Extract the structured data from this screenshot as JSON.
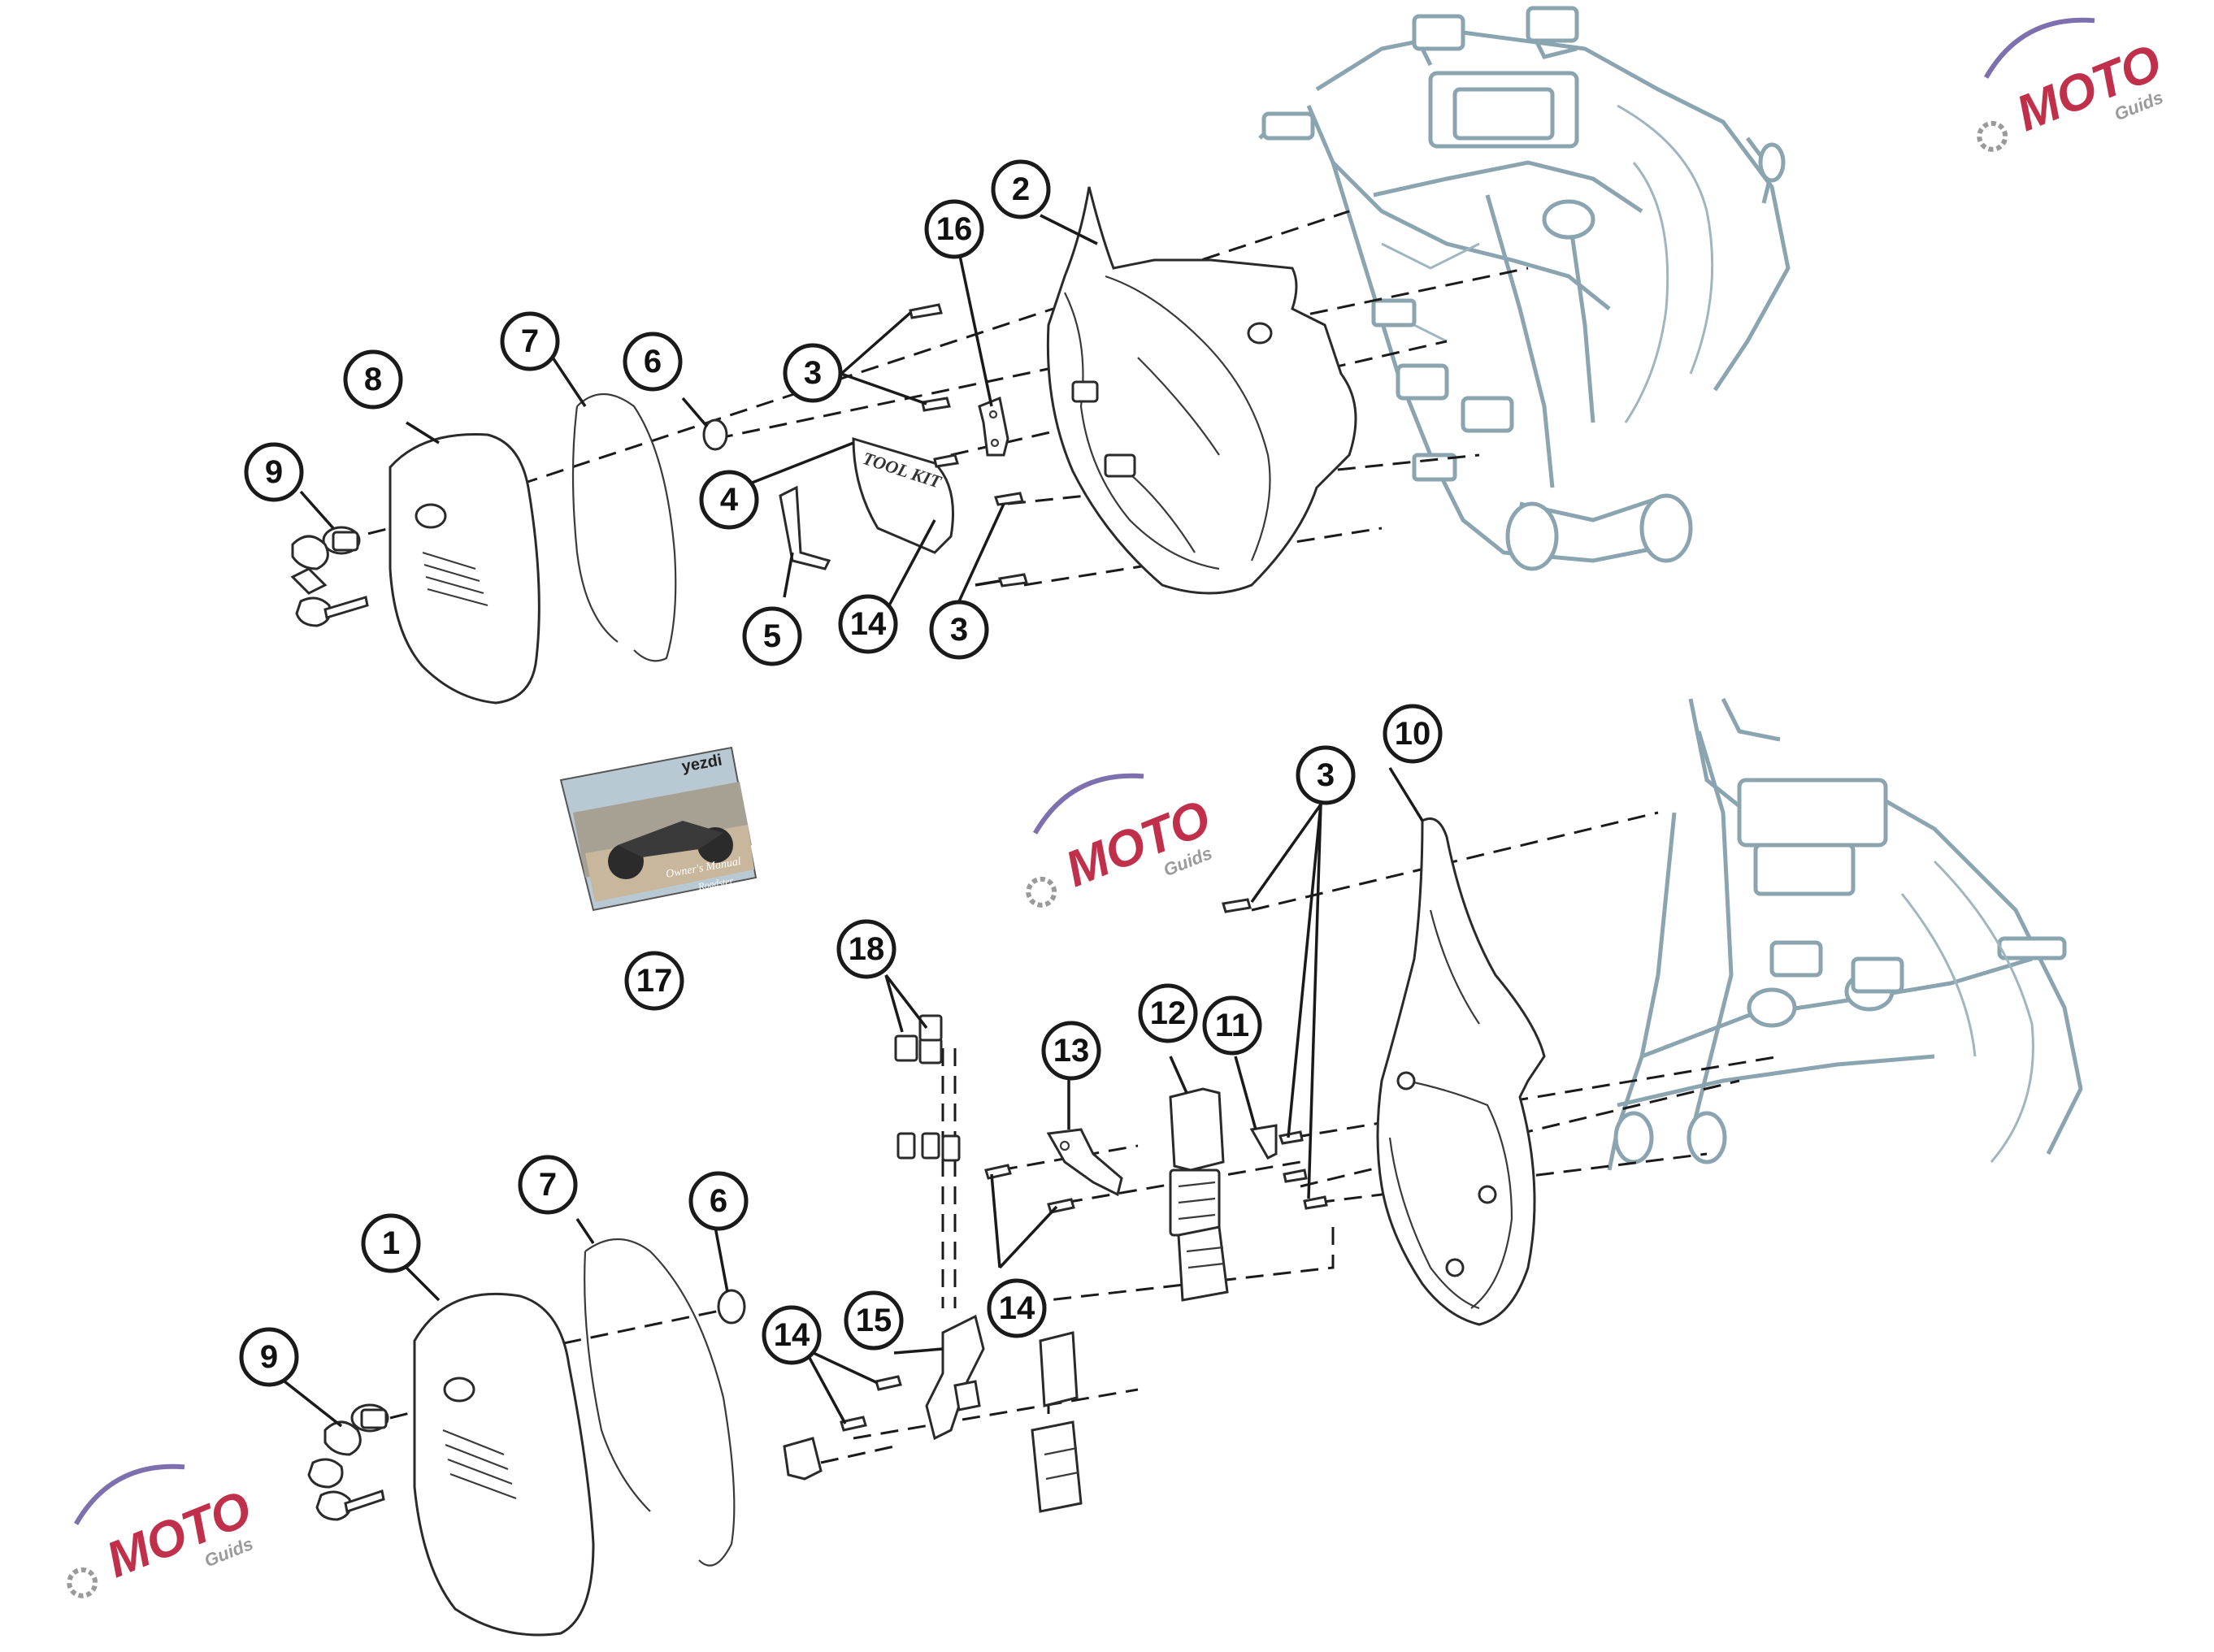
{
  "diagram": {
    "callouts": [
      {
        "id": "c1",
        "label": "1"
      },
      {
        "id": "c2",
        "label": "2"
      },
      {
        "id": "c3a",
        "label": "3"
      },
      {
        "id": "c3b",
        "label": "3"
      },
      {
        "id": "c3c",
        "label": "3"
      },
      {
        "id": "c4",
        "label": "4"
      },
      {
        "id": "c5",
        "label": "5"
      },
      {
        "id": "c6a",
        "label": "6"
      },
      {
        "id": "c6b",
        "label": "6"
      },
      {
        "id": "c7a",
        "label": "7"
      },
      {
        "id": "c7b",
        "label": "7"
      },
      {
        "id": "c8",
        "label": "8"
      },
      {
        "id": "c9a",
        "label": "9"
      },
      {
        "id": "c9b",
        "label": "9"
      },
      {
        "id": "c10",
        "label": "10"
      },
      {
        "id": "c11",
        "label": "11"
      },
      {
        "id": "c12",
        "label": "12"
      },
      {
        "id": "c13",
        "label": "13"
      },
      {
        "id": "c14a",
        "label": "14"
      },
      {
        "id": "c14b",
        "label": "14"
      },
      {
        "id": "c14c",
        "label": "14"
      },
      {
        "id": "c15",
        "label": "15"
      },
      {
        "id": "c16",
        "label": "16"
      },
      {
        "id": "c17",
        "label": "17"
      },
      {
        "id": "c18",
        "label": "18"
      }
    ],
    "tool_kit_label": "TOOL KIT",
    "manual_brand": "yezdi",
    "manual_title": "Owner's Manual",
    "manual_model": "Roadster",
    "watermark_main": "MOTO",
    "watermark_sub": "Guids",
    "colors": {
      "line": "#1a1a1a",
      "frame": "#8aa4b0",
      "watermark_red": "#c0304a",
      "watermark_purple": "#7e6fae",
      "watermark_gray": "#9a9a9a"
    }
  }
}
